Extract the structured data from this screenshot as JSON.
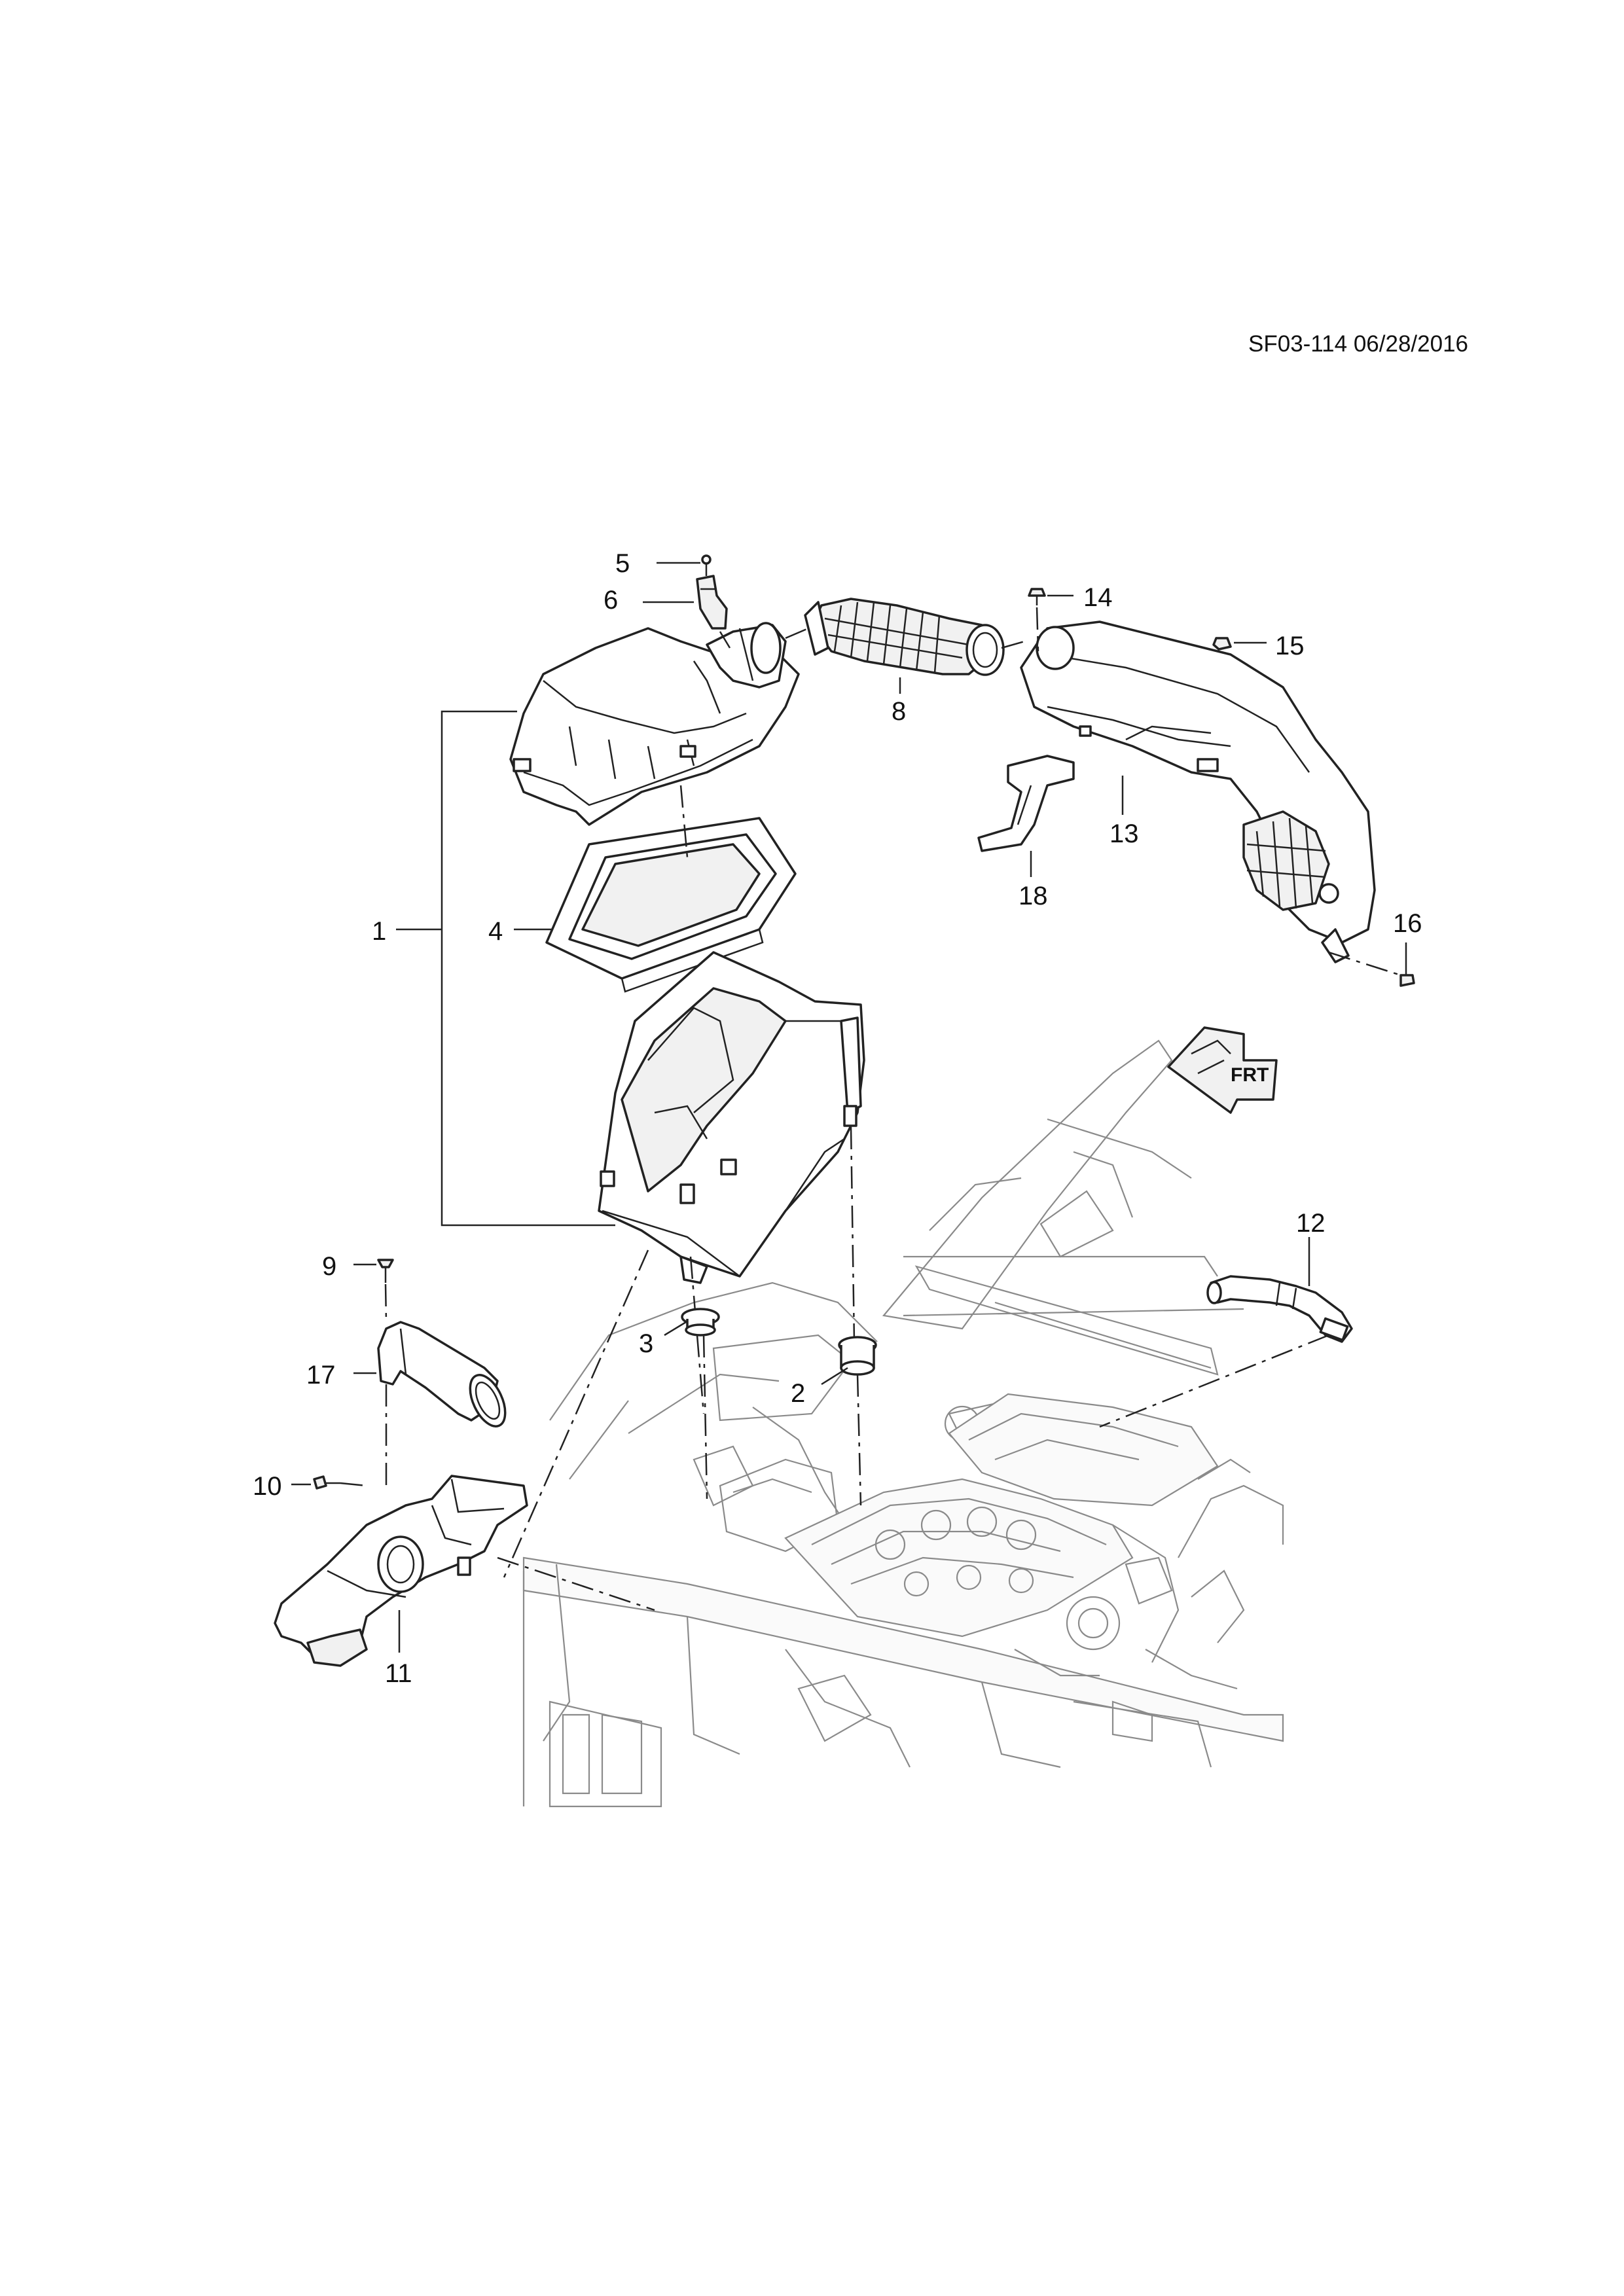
{
  "sheet": {
    "reference": "SF03-114 06/28/2016"
  },
  "callouts": [
    "1",
    "2",
    "3",
    "4",
    "5",
    "6",
    "8",
    "9",
    "10",
    "11",
    "12",
    "13",
    "14",
    "15",
    "16",
    "17",
    "18"
  ],
  "orientation_marker": {
    "icon": "front-direction-arrow-icon",
    "text": "FRT"
  }
}
